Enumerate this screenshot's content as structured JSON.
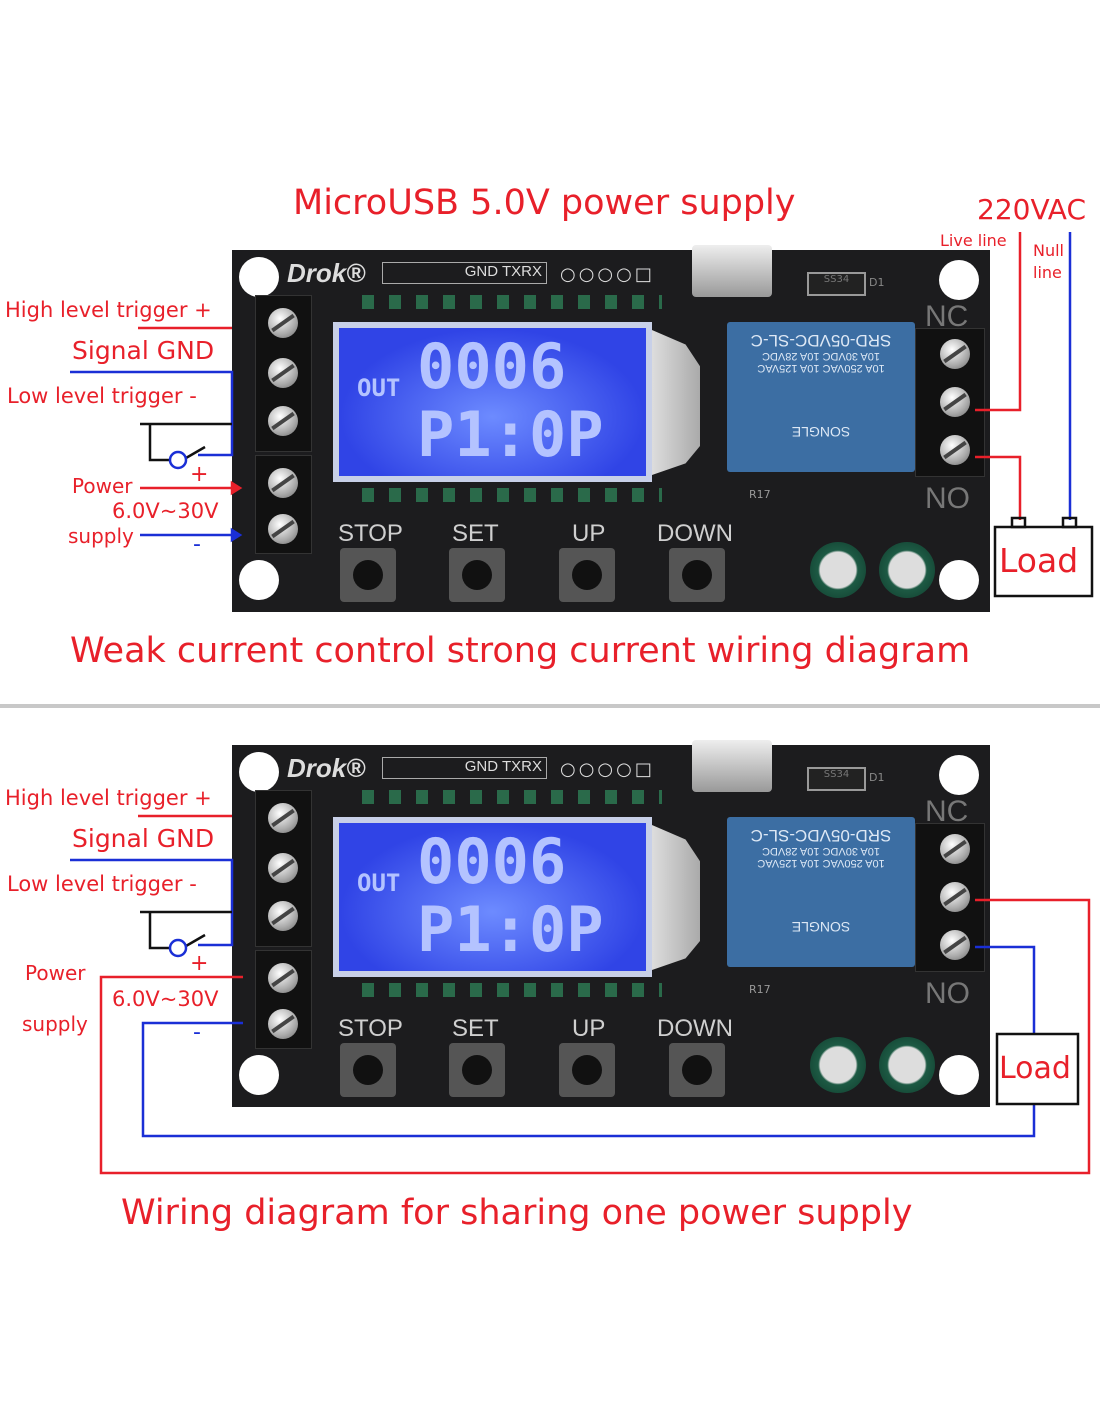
{
  "board": {
    "brand": "Drok®",
    "header_pins": "GND TXRX",
    "diode": "SS34",
    "diode_ref": "D1",
    "lcd_left_label": "OUT",
    "lcd_line1": "0006",
    "lcd_line2": "P1:0P",
    "relay_lines": [
      "SRD-05VDC-SL-C",
      "10A 30VDC 10A 28VDC",
      "10A 250VAC 10A 125VAC",
      "SONGLE"
    ],
    "nc_label": "NC",
    "no_label": "NO",
    "resistor_ref": "R17",
    "buttons": [
      "STOP",
      "SET",
      "UP",
      "DOWN"
    ]
  },
  "diagram1": {
    "top_title": "MicroUSB 5.0V power supply",
    "ac_label": "220VAC",
    "live_line": "Live line",
    "null_line_1": "Null",
    "null_line_2": "line",
    "high_trigger": "High level  trigger +",
    "signal_gnd": "Signal GND",
    "low_trigger": "Low level  trigger -",
    "power": "Power",
    "voltage": "6.0V~30V",
    "supply": "supply",
    "plus": "+",
    "minus": "-",
    "load": "Load",
    "caption": "Weak current control strong current wiring diagram"
  },
  "diagram2": {
    "high_trigger": "High level  trigger +",
    "signal_gnd": "Signal GND",
    "low_trigger": "Low level  trigger -",
    "power": "Power",
    "voltage": "6.0V~30V",
    "supply": "supply",
    "plus": "+",
    "minus": "-",
    "load": "Load",
    "caption": "Wiring diagram for sharing one power supply"
  },
  "colors": {
    "red": "#e8202a",
    "blue": "#1a2fd6",
    "lcd": "#3044e6",
    "relay": "#3c6ea3"
  }
}
